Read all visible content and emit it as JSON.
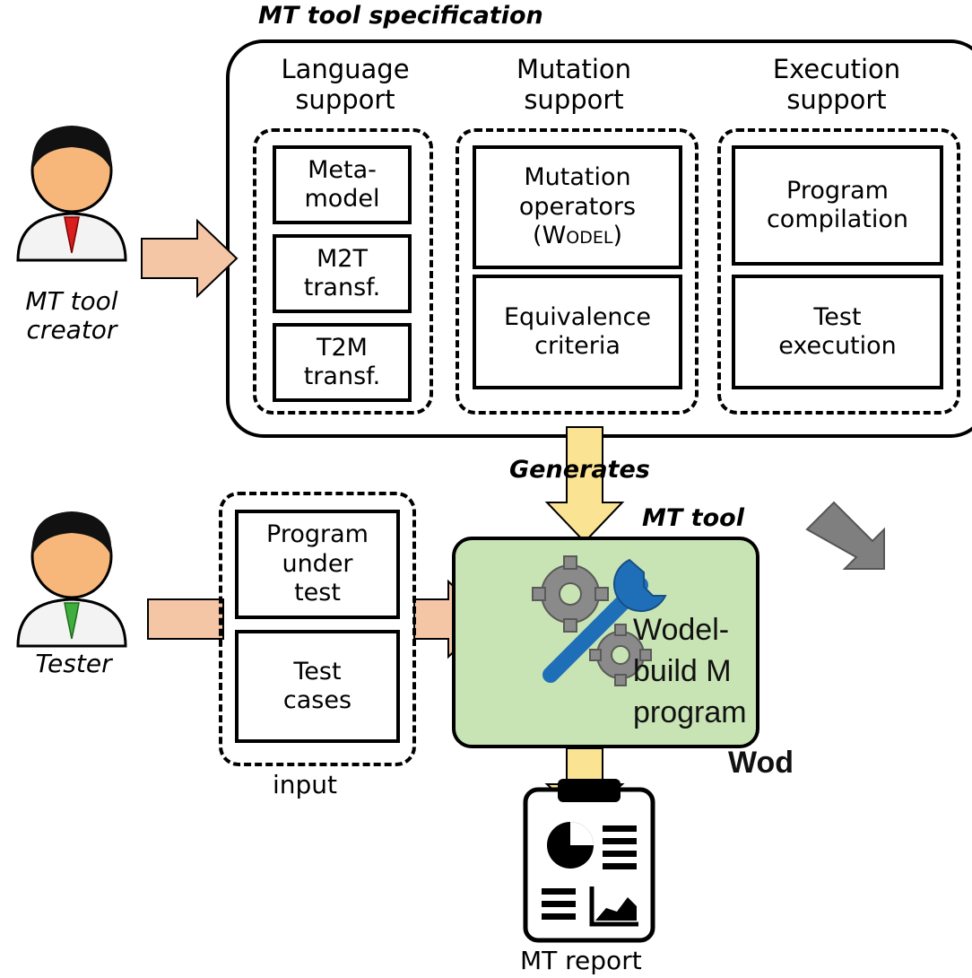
{
  "title": "MT tool specification",
  "columns": [
    {
      "heading": "Language\nsupport"
    },
    {
      "heading": "Mutation\nsupport"
    },
    {
      "heading": "Execution\nsupport"
    }
  ],
  "language_boxes": [
    "Meta-\nmodel",
    "M2T\ntransf.",
    "T2M\ntransf."
  ],
  "mutation_boxes": {
    "operators_line1": "Mutation\noperators",
    "operators_open": "(",
    "operators_name": "Wodel",
    "operators_close": ")",
    "equivalence": "Equivalence\ncriteria"
  },
  "execution_boxes": [
    "Program\ncompilation",
    "Test\nexecution"
  ],
  "actors": {
    "creator": "MT tool\ncreator",
    "tester": "Tester"
  },
  "generates": "Generates",
  "mt_tool": "MT tool",
  "input_boxes": [
    "Program\nunder\ntest",
    "Test\ncases"
  ],
  "input_label": "input",
  "report_label": "MT report",
  "side_text": "Wodel-\nbuild M\nprogram",
  "side_bold": "Wod",
  "colors": {
    "arrow_fill": "#f4c6a6",
    "down_arrow": "#fbe394",
    "tool_bg": "#c9e4b4",
    "grey_arrow": "#7f7f7f"
  }
}
